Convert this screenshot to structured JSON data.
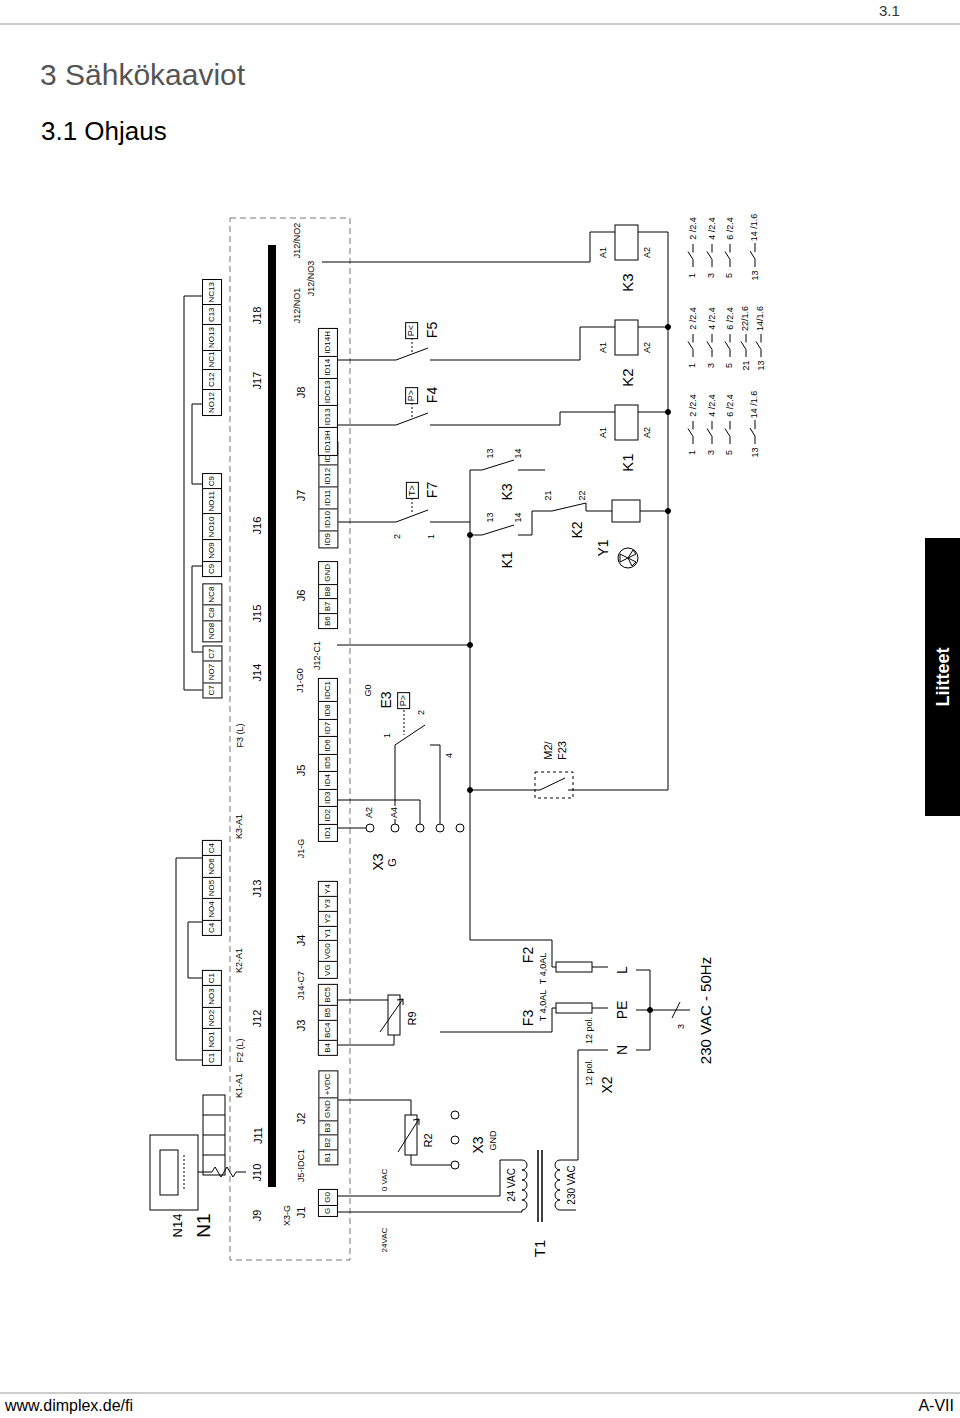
{
  "diagram": {
    "title": "3 Sähkökaaviot",
    "nodes": [
      {
        "text": [
          "C1",
          "NO1",
          "NO2",
          "NO3",
          "C1"
        ]
      },
      {
        "text": [
          "C4",
          "NO4",
          "NO5",
          "NO6",
          "C4"
        ]
      },
      {
        "text": [
          "C7",
          "NO7",
          "C7"
        ]
      },
      {
        "text": [
          "NO8",
          "C8",
          "NC8"
        ]
      },
      {
        "text": [
          "C9",
          "NO9",
          "NO10",
          "NO11",
          "C9"
        ]
      },
      {
        "text": [
          "NO12",
          "C12",
          "NC12"
        ]
      },
      {
        "text": [
          "NO13",
          "C13",
          "NC13"
        ]
      },
      {
        "text": [
          "G",
          "G0"
        ]
      },
      {
        "text": [
          "B1",
          "B2",
          "B3",
          "GND",
          "+VDC"
        ]
      },
      {
        "text": [
          "B4",
          "BC4",
          "B5",
          "BC5"
        ]
      },
      {
        "text": [
          "VG",
          "VG0",
          "Y1",
          "Y2",
          "Y3",
          "Y4"
        ]
      },
      {
        "text": [
          "ID1",
          "ID2",
          "ID3",
          "ID4",
          "ID5",
          "ID6",
          "ID7",
          "ID8",
          "IDC1"
        ]
      },
      {
        "text": [
          "B6",
          "B7",
          "B8",
          "GND"
        ]
      },
      {
        "text": [
          "ID9",
          "ID10",
          "ID11",
          "ID12",
          "IDC9"
        ]
      },
      {
        "text": [
          "ID13H",
          "ID13",
          "IDC13",
          "ID14",
          "ID14H"
        ]
      }
    ],
    "labels": [
      "3.1",
      "3.1 Ohjaus",
      "www.dimplex.de/fi",
      "A-VII",
      "Liitteet",
      "N14",
      "N1",
      "J9",
      "J10",
      "J11",
      "J12",
      "J13",
      "J14",
      "J15",
      "J16",
      "J17",
      "J18",
      "K1-A1",
      "F2 (L)",
      "K2-A1",
      "K3-A1",
      "F3 (L)",
      "X3-G",
      "J1",
      "J5-IDC1",
      "J2",
      "J3",
      "J14-C7",
      "J4",
      "J1-G",
      "J5",
      "J1-G0",
      "J12-C1",
      "J6",
      "J7",
      "J8",
      "J12/NO1",
      "J12/NO3",
      "J12/NO2",
      "24VAC",
      "0 VAC",
      "R2",
      "X3",
      "GND",
      "R9",
      "X3",
      "G",
      "A2",
      "A4",
      "1",
      "4",
      "2",
      "E3",
      "P>",
      "G0",
      "M2/",
      "F23",
      "F2",
      "T 4,0AL",
      "F3",
      "T 4,0AL",
      "12 pol.",
      "12 pol.",
      "X2",
      "N",
      "PE",
      "L",
      "3",
      "230 VAC - 50Hz",
      "T1",
      "24 VAC",
      "230 VAC",
      "F7",
      "T>",
      "2",
      "1",
      "F4",
      "P>",
      "F5",
      "P<",
      "K1",
      "13",
      "14",
      "K3",
      "13",
      "14",
      "K2",
      "21",
      "22",
      "Y1",
      "K1",
      "A1",
      "A2",
      "K2",
      "A1",
      "A2",
      "K3",
      "A1",
      "A2",
      "1",
      "2 /2.4",
      "3",
      "4 /2.4",
      "5",
      "6 /2.4",
      "13",
      "14 /1.6",
      "1",
      "2 /2.4",
      "3",
      "4 /2.4",
      "5",
      "6 /2.4",
      "21",
      "22/1.6",
      "13",
      "14/1.6",
      "1",
      "2 /2.4",
      "3",
      "4 /2.4",
      "5",
      "6 /2.4",
      "13",
      "14 /1.6"
    ]
  }
}
